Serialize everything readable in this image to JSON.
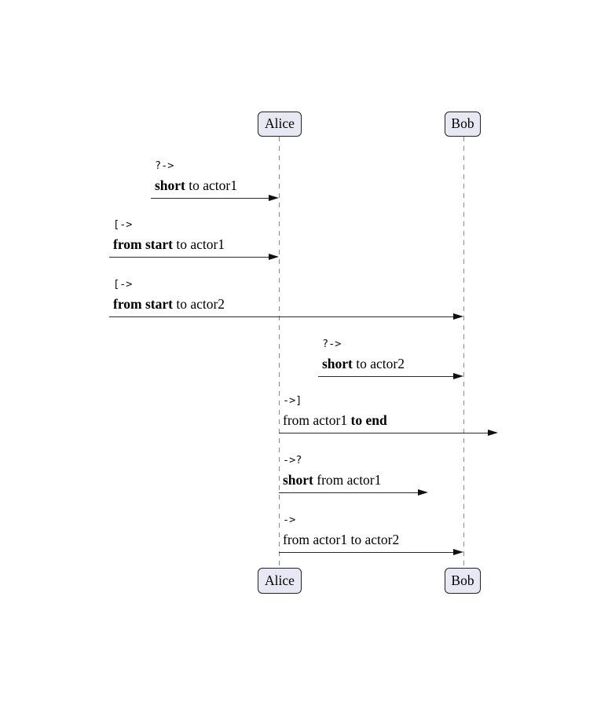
{
  "diagram": {
    "type": "sequence-diagram",
    "actors": [
      {
        "name": "Alice"
      },
      {
        "name": "Bob"
      }
    ],
    "messages": [
      {
        "op": "?->",
        "pre": "",
        "bold": "short",
        "post": " to actor1"
      },
      {
        "op": "[->",
        "pre": "",
        "bold": "from start",
        "post": " to actor1"
      },
      {
        "op": "[->",
        "pre": "",
        "bold": "from start",
        "post": " to actor2"
      },
      {
        "op": "?->",
        "pre": "",
        "bold": "short",
        "post": " to actor2"
      },
      {
        "op": "->]",
        "pre": "from actor1 ",
        "bold": "to end",
        "post": ""
      },
      {
        "op": "->?",
        "pre": "",
        "bold": "short",
        "post": " from actor1"
      },
      {
        "op": "->",
        "pre": "from actor1 to actor2",
        "bold": "",
        "post": ""
      }
    ],
    "colors": {
      "actor_fill": "#e8e8f5",
      "actor_border": "#222222",
      "lifeline": "#8a8a8a",
      "arrow": "#111111",
      "background": "#ffffff"
    }
  }
}
